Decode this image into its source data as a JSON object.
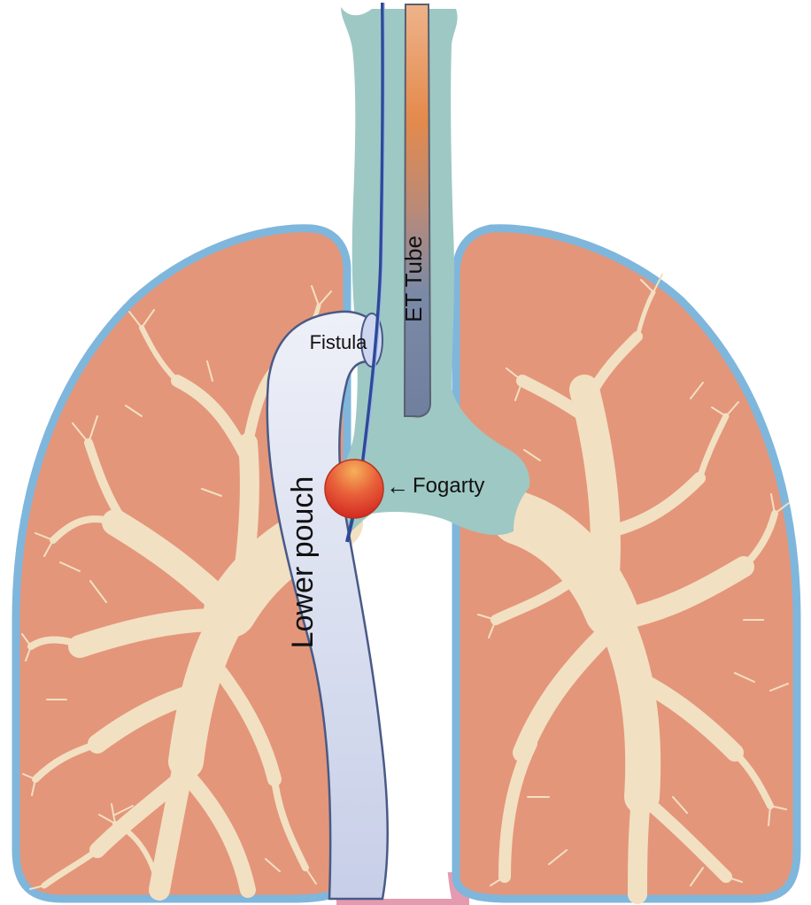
{
  "labels": {
    "et_tube": "ET Tube",
    "fistula": "Fistula",
    "fogarty": "Fogarty",
    "lower_pouch": "Lower pouch",
    "arrow": "←"
  },
  "colors": {
    "background": "#ffffff",
    "lung_fill": "#e4967a",
    "lung_outline": "#7fb6dc",
    "airway": "#9ec8c4",
    "bronchi": "#f2e0c2",
    "et_tube_top": "#eeb38a",
    "et_tube_mid": "#e48a4c",
    "et_tube_bottom": "#7a8aa6",
    "pouch_fill": "#dde3f3",
    "pouch_outline": "#4a5a86",
    "fogarty_catheter": "#2c4a9a",
    "balloon_top": "#f3a055",
    "balloon_bottom": "#d93226",
    "pink_base": "#e49bb0"
  }
}
